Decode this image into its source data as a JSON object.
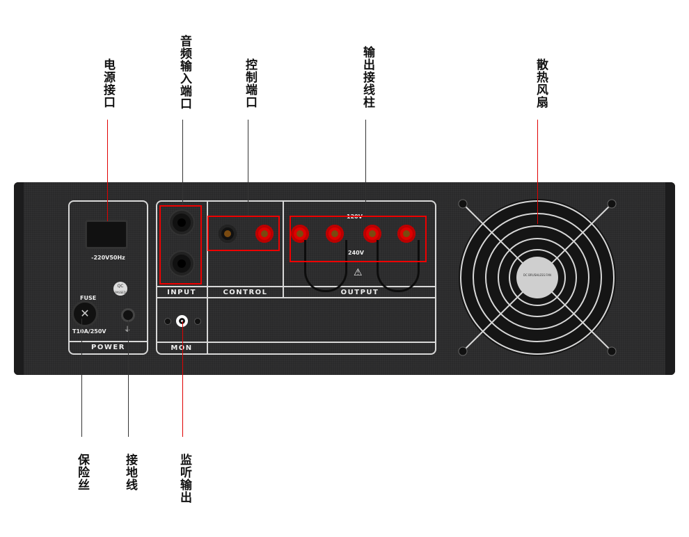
{
  "callouts_top": [
    {
      "label": "电源接口"
    },
    {
      "label": "音频输入端口"
    },
    {
      "label": "控制端口"
    },
    {
      "label": "输出接线柱"
    },
    {
      "label": "散热风扇"
    }
  ],
  "callouts_bottom": [
    {
      "label": "保险丝"
    },
    {
      "label": "接地线"
    },
    {
      "label": "监听输出"
    }
  ],
  "panel": {
    "power_caption": "POWER",
    "ac_rating": "-220V50Hz",
    "qc_badge": "QC",
    "qc_sub": "PASSED",
    "fuse_label": "FUSE",
    "fuse_rating": "T10A/250V",
    "input_caption": "INPUT",
    "control_caption": "CONTROL",
    "output_caption": "OUTPUT",
    "mon_caption": "MON",
    "v120": "120V",
    "v240": "240V",
    "fan_label": "DC BRUSHLESS FAN"
  },
  "colors": {
    "callout_red": "#e00000",
    "chassis": "#2a2a2b",
    "post_red": "#d00000"
  }
}
